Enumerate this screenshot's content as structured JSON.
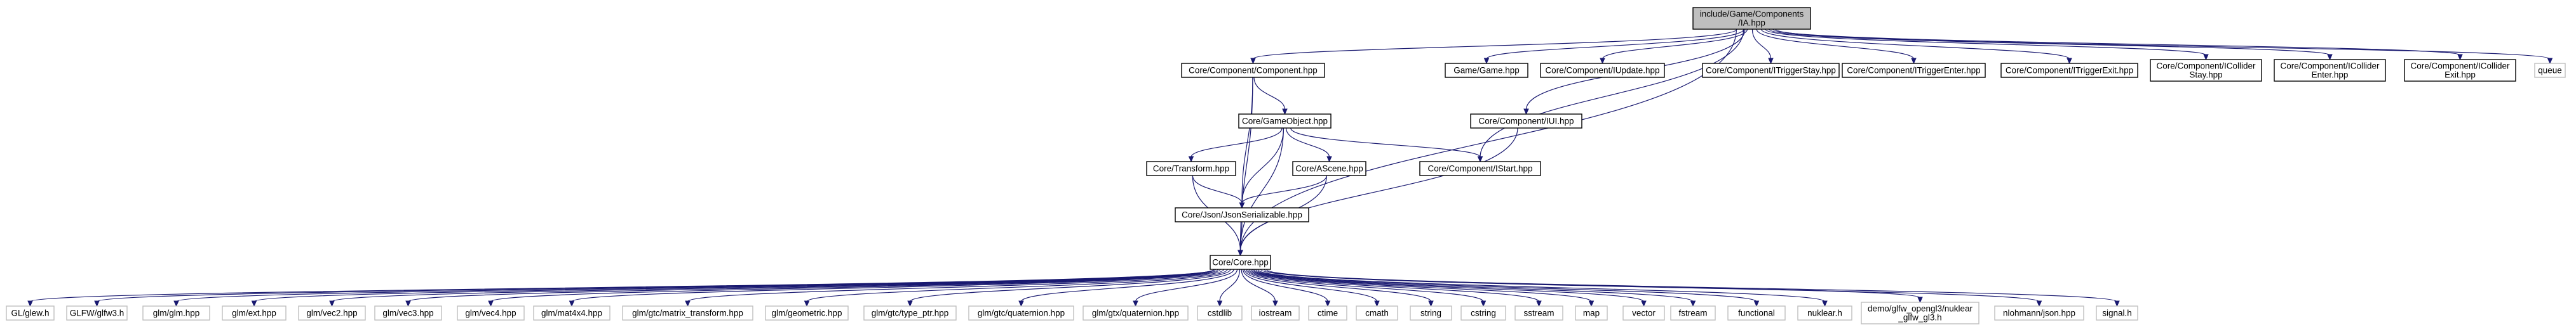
{
  "graph": {
    "root": "ia",
    "nodes": [
      {
        "id": "ia",
        "lines": [
          "include/Game/Components",
          "/IA.hpp"
        ],
        "kind": "root"
      },
      {
        "id": "component",
        "lines": [
          "Core/Component/Component.hpp"
        ],
        "kind": "file"
      },
      {
        "id": "game",
        "lines": [
          "Game/Game.hpp"
        ],
        "kind": "file"
      },
      {
        "id": "iupdate",
        "lines": [
          "Core/Component/IUpdate.hpp"
        ],
        "kind": "file"
      },
      {
        "id": "itriggerstay",
        "lines": [
          "Core/Component/ITriggerStay.hpp"
        ],
        "kind": "file"
      },
      {
        "id": "itriggerenter",
        "lines": [
          "Core/Component/ITriggerEnter.hpp"
        ],
        "kind": "file"
      },
      {
        "id": "itriggerexit",
        "lines": [
          "Core/Component/ITriggerExit.hpp"
        ],
        "kind": "file"
      },
      {
        "id": "icolliderstay",
        "lines": [
          "Core/Component/ICollider",
          "Stay.hpp"
        ],
        "kind": "file"
      },
      {
        "id": "icolliderenter",
        "lines": [
          "Core/Component/ICollider",
          "Enter.hpp"
        ],
        "kind": "file"
      },
      {
        "id": "icolliderexit",
        "lines": [
          "Core/Component/ICollider",
          "Exit.hpp"
        ],
        "kind": "file"
      },
      {
        "id": "queue",
        "lines": [
          "queue"
        ],
        "kind": "ext"
      },
      {
        "id": "gameobject",
        "lines": [
          "Core/GameObject.hpp"
        ],
        "kind": "file"
      },
      {
        "id": "iui",
        "lines": [
          "Core/Component/IUI.hpp"
        ],
        "kind": "file"
      },
      {
        "id": "transform",
        "lines": [
          "Core/Transform.hpp"
        ],
        "kind": "file"
      },
      {
        "id": "ascene",
        "lines": [
          "Core/AScene.hpp"
        ],
        "kind": "file"
      },
      {
        "id": "istart",
        "lines": [
          "Core/Component/IStart.hpp"
        ],
        "kind": "file"
      },
      {
        "id": "json",
        "lines": [
          "Core/Json/JsonSerializable.hpp"
        ],
        "kind": "file"
      },
      {
        "id": "core",
        "lines": [
          "Core/Core.hpp"
        ],
        "kind": "file"
      },
      {
        "id": "glew",
        "lines": [
          "GL/glew.h"
        ],
        "kind": "ext"
      },
      {
        "id": "glfw3",
        "lines": [
          "GLFW/glfw3.h"
        ],
        "kind": "ext"
      },
      {
        "id": "glm",
        "lines": [
          "glm/glm.hpp"
        ],
        "kind": "ext"
      },
      {
        "id": "ext",
        "lines": [
          "glm/ext.hpp"
        ],
        "kind": "ext"
      },
      {
        "id": "vec2",
        "lines": [
          "glm/vec2.hpp"
        ],
        "kind": "ext"
      },
      {
        "id": "vec3",
        "lines": [
          "glm/vec3.hpp"
        ],
        "kind": "ext"
      },
      {
        "id": "vec4",
        "lines": [
          "glm/vec4.hpp"
        ],
        "kind": "ext"
      },
      {
        "id": "mat4x4",
        "lines": [
          "glm/mat4x4.hpp"
        ],
        "kind": "ext"
      },
      {
        "id": "matrix_transform",
        "lines": [
          "glm/gtc/matrix_transform.hpp"
        ],
        "kind": "ext"
      },
      {
        "id": "geometric",
        "lines": [
          "glm/geometric.hpp"
        ],
        "kind": "ext"
      },
      {
        "id": "type_ptr",
        "lines": [
          "glm/gtc/type_ptr.hpp"
        ],
        "kind": "ext"
      },
      {
        "id": "gtc_quat",
        "lines": [
          "glm/gtc/quaternion.hpp"
        ],
        "kind": "ext"
      },
      {
        "id": "gtx_quat",
        "lines": [
          "glm/gtx/quaternion.hpp"
        ],
        "kind": "ext"
      },
      {
        "id": "cstdlib",
        "lines": [
          "cstdlib"
        ],
        "kind": "ext"
      },
      {
        "id": "iostream",
        "lines": [
          "iostream"
        ],
        "kind": "ext"
      },
      {
        "id": "ctime",
        "lines": [
          "ctime"
        ],
        "kind": "ext"
      },
      {
        "id": "cmath",
        "lines": [
          "cmath"
        ],
        "kind": "ext"
      },
      {
        "id": "string",
        "lines": [
          "string"
        ],
        "kind": "ext"
      },
      {
        "id": "cstring",
        "lines": [
          "cstring"
        ],
        "kind": "ext"
      },
      {
        "id": "sstream",
        "lines": [
          "sstream"
        ],
        "kind": "ext"
      },
      {
        "id": "map",
        "lines": [
          "map"
        ],
        "kind": "ext"
      },
      {
        "id": "vector",
        "lines": [
          "vector"
        ],
        "kind": "ext"
      },
      {
        "id": "fstream",
        "lines": [
          "fstream"
        ],
        "kind": "ext"
      },
      {
        "id": "functional",
        "lines": [
          "functional"
        ],
        "kind": "ext"
      },
      {
        "id": "nuklear",
        "lines": [
          "nuklear.h"
        ],
        "kind": "ext"
      },
      {
        "id": "nuklear_glfw",
        "lines": [
          "demo/glfw_opengl3/nuklear",
          "_glfw_gl3.h"
        ],
        "kind": "ext"
      },
      {
        "id": "nlohmann",
        "lines": [
          "nlohmann/json.hpp"
        ],
        "kind": "ext"
      },
      {
        "id": "signal",
        "lines": [
          "signal.h"
        ],
        "kind": "ext"
      }
    ],
    "edges": [
      [
        "ia",
        "component"
      ],
      [
        "ia",
        "game"
      ],
      [
        "ia",
        "iupdate"
      ],
      [
        "ia",
        "itriggerstay"
      ],
      [
        "ia",
        "itriggerenter"
      ],
      [
        "ia",
        "itriggerexit"
      ],
      [
        "ia",
        "icolliderstay"
      ],
      [
        "ia",
        "icolliderenter"
      ],
      [
        "ia",
        "icolliderexit"
      ],
      [
        "ia",
        "queue"
      ],
      [
        "ia",
        "iui"
      ],
      [
        "ia",
        "istart"
      ],
      [
        "ia",
        "core"
      ],
      [
        "component",
        "gameobject"
      ],
      [
        "component",
        "json"
      ],
      [
        "component",
        "core"
      ],
      [
        "gameobject",
        "transform"
      ],
      [
        "gameobject",
        "ascene"
      ],
      [
        "gameobject",
        "istart"
      ],
      [
        "gameobject",
        "json"
      ],
      [
        "gameobject",
        "core"
      ],
      [
        "transform",
        "json"
      ],
      [
        "transform",
        "core"
      ],
      [
        "ascene",
        "json"
      ],
      [
        "ascene",
        "core"
      ],
      [
        "iui",
        "core"
      ],
      [
        "json",
        "core"
      ],
      [
        "core",
        "glew"
      ],
      [
        "core",
        "glfw3"
      ],
      [
        "core",
        "glm"
      ],
      [
        "core",
        "ext"
      ],
      [
        "core",
        "vec2"
      ],
      [
        "core",
        "vec3"
      ],
      [
        "core",
        "vec4"
      ],
      [
        "core",
        "mat4x4"
      ],
      [
        "core",
        "matrix_transform"
      ],
      [
        "core",
        "geometric"
      ],
      [
        "core",
        "type_ptr"
      ],
      [
        "core",
        "gtc_quat"
      ],
      [
        "core",
        "gtx_quat"
      ],
      [
        "core",
        "cstdlib"
      ],
      [
        "core",
        "iostream"
      ],
      [
        "core",
        "ctime"
      ],
      [
        "core",
        "cmath"
      ],
      [
        "core",
        "string"
      ],
      [
        "core",
        "cstring"
      ],
      [
        "core",
        "sstream"
      ],
      [
        "core",
        "map"
      ],
      [
        "core",
        "vector"
      ],
      [
        "core",
        "fstream"
      ],
      [
        "core",
        "functional"
      ],
      [
        "core",
        "nuklear"
      ],
      [
        "core",
        "nuklear_glfw"
      ],
      [
        "core",
        "nlohmann"
      ],
      [
        "core",
        "signal"
      ]
    ]
  }
}
